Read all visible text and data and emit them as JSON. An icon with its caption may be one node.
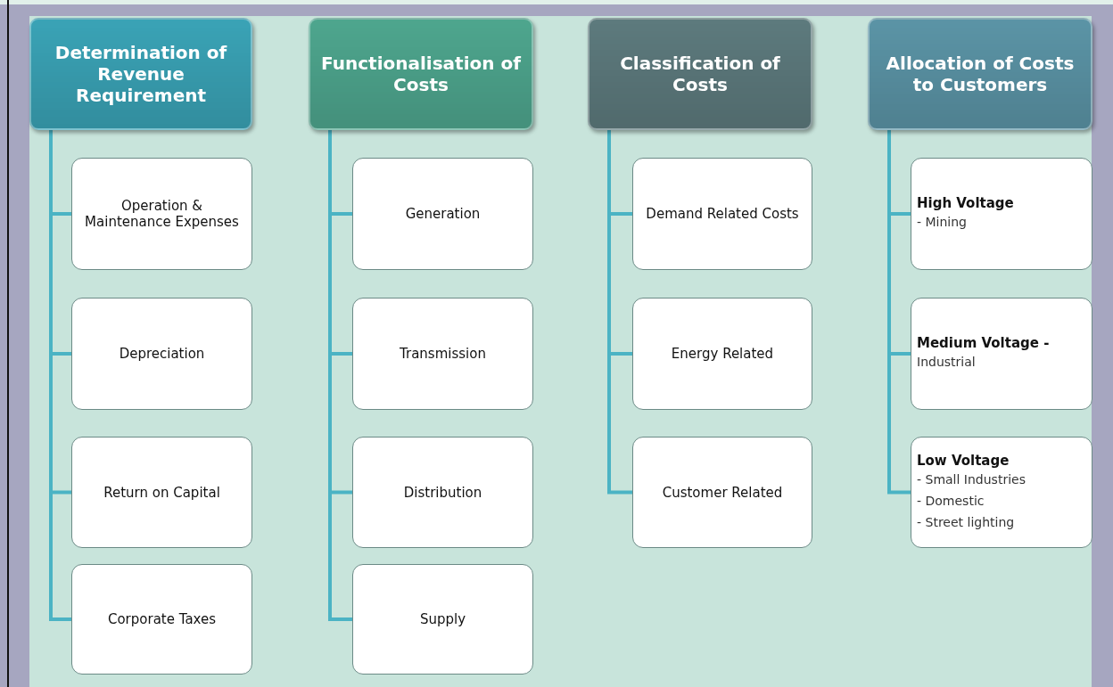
{
  "diagram": {
    "nodes": [
      {
        "text": [
          "Determination of Revenue Requirement"
        ]
      },
      {
        "text": [
          "Operation & Maintenance Expenses"
        ]
      },
      {
        "text": [
          "Depreciation"
        ]
      },
      {
        "text": [
          "Return on Capital"
        ]
      },
      {
        "text": [
          "Corporate Taxes"
        ]
      },
      {
        "text": [
          "Functionalisation of Costs"
        ]
      },
      {
        "text": [
          "Generation"
        ]
      },
      {
        "text": [
          "Transmission"
        ]
      },
      {
        "text": [
          "Distribution"
        ]
      },
      {
        "text": [
          "Supply"
        ]
      },
      {
        "text": [
          "Classification of Costs"
        ]
      },
      {
        "text": [
          "Demand Related Costs"
        ]
      },
      {
        "text": [
          "Energy Related"
        ]
      },
      {
        "text": [
          "Customer Related"
        ]
      },
      {
        "text": [
          "Allocation of Costs to Customers"
        ]
      },
      {
        "text": [
          "High Voltage",
          "- Mining"
        ]
      },
      {
        "text": [
          "Medium Voltage -",
          "Industrial"
        ]
      },
      {
        "text": [
          "Low Voltage",
          "- Small Industries",
          "- Domestic",
          "- Street lighting"
        ]
      }
    ],
    "edges": [
      {
        "from": 0,
        "to": 1,
        "arrow": "none"
      },
      {
        "from": 0,
        "to": 2,
        "arrow": "none"
      },
      {
        "from": 0,
        "to": 3,
        "arrow": "none"
      },
      {
        "from": 0,
        "to": 4,
        "arrow": "none"
      },
      {
        "from": 5,
        "to": 6,
        "arrow": "none"
      },
      {
        "from": 5,
        "to": 7,
        "arrow": "none"
      },
      {
        "from": 5,
        "to": 8,
        "arrow": "none"
      },
      {
        "from": 5,
        "to": 9,
        "arrow": "none"
      },
      {
        "from": 10,
        "to": 11,
        "arrow": "none"
      },
      {
        "from": 10,
        "to": 12,
        "arrow": "none"
      },
      {
        "from": 10,
        "to": 13,
        "arrow": "none"
      },
      {
        "from": 14,
        "to": 15,
        "arrow": "none"
      },
      {
        "from": 14,
        "to": 16,
        "arrow": "none"
      },
      {
        "from": 14,
        "to": 17,
        "arrow": "none"
      }
    ]
  }
}
